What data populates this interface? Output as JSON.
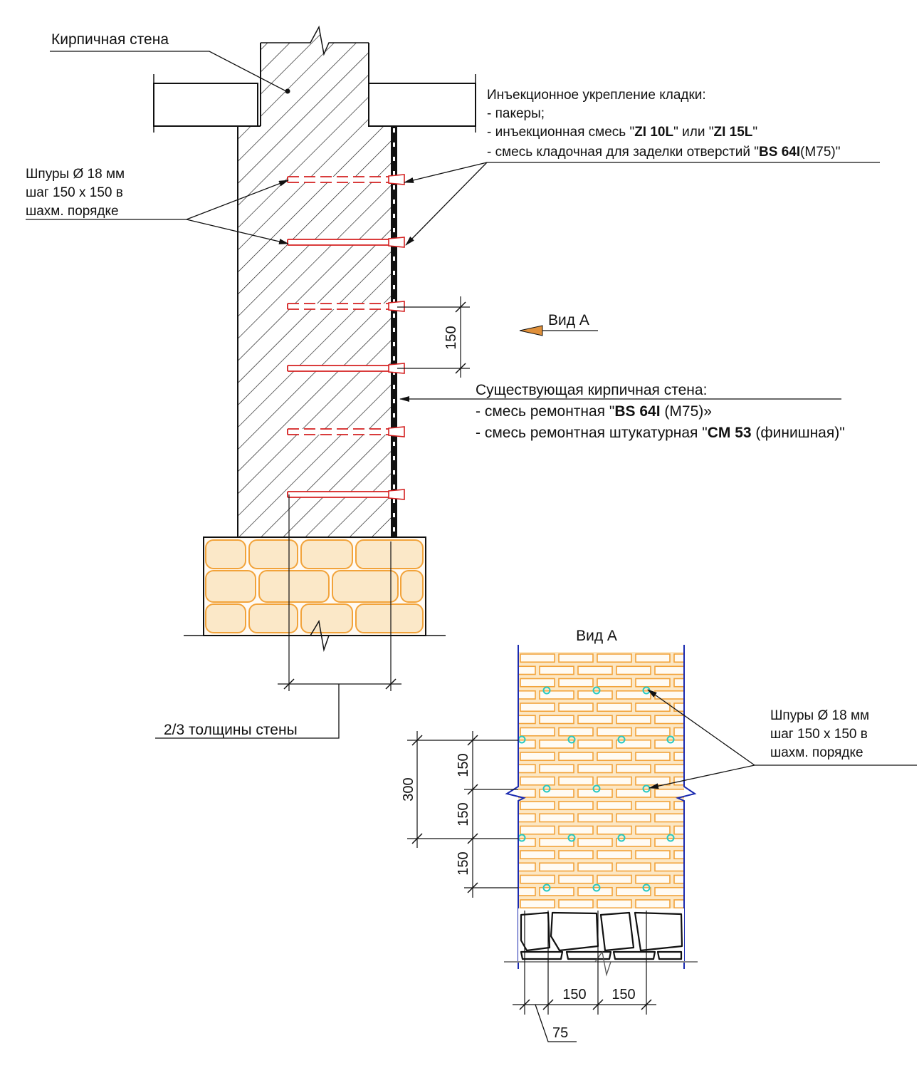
{
  "labels": {
    "brick_wall": "Кирпичная стена",
    "injection_title": "Инъекционное укрепление кладки:",
    "injection_line1": "- пакеры;",
    "injection_line2_a": "- инъекционная смесь \"",
    "injection_line2_b": "ZI 10L",
    "injection_line2_c": "\" или \"",
    "injection_line2_d": "ZI 15L",
    "injection_line2_e": "\"",
    "injection_line3_a": "- смесь кладочная для заделки отверстий \"",
    "injection_line3_b": "BS 64I",
    "injection_line3_c": "(М75)\"",
    "holes_line1": "Шпуры Ø 18 мм",
    "holes_line2": "шаг 150 х 150 в",
    "holes_line3": "шахм. порядке",
    "view_a_arrow": "Вид А",
    "existing_title": "Существующая кирпичная стена:",
    "existing_line1_a": "- смесь ремонтная \"",
    "existing_line1_b": "BS 64I",
    "existing_line1_c": " (М75)»",
    "existing_line2_a": "- смесь ремонтная штукатурная \"",
    "existing_line2_b": "CM 53",
    "existing_line2_c": " (финишная)\"",
    "two_thirds": "2/3 толщины стены",
    "view_a_title": "Вид А",
    "holes2_line1": "Шпуры Ø 18 мм",
    "holes2_line2": "шаг 150 х 150 в",
    "holes2_line3": "шахм. порядке"
  },
  "dimensions": {
    "section_spacing": "150",
    "v300": "300",
    "v150_a": "150",
    "v150_b": "150",
    "v150_c": "150",
    "h150_a": "150",
    "h150_b": "150",
    "h75": "75"
  },
  "colors": {
    "line": "#111111",
    "injection": "#d42020",
    "brick": "#f2a33a",
    "brick_fill": "#fbe8c8",
    "hole": "#27c9c2",
    "edge": "#1a2ab0",
    "arrow_view": "#e0903a"
  }
}
